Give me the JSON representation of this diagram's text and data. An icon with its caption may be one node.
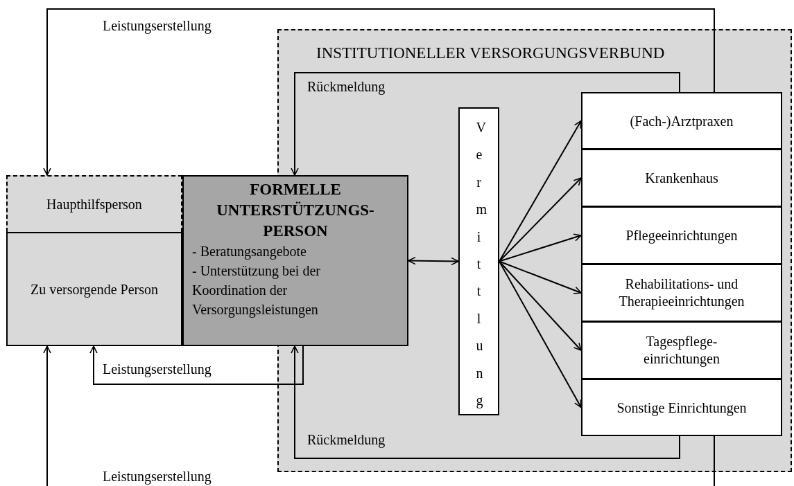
{
  "diagram": {
    "nodes": [
      {
        "text": [
          "INSTITUTIONELLER VERSORGUNGSVERBUND"
        ]
      },
      {
        "text": [
          "Haupthilfsperson"
        ]
      },
      {
        "text": [
          "Zu versorgende Person"
        ]
      },
      {
        "text": [
          "FORMELLE UNTERSTÜTZUNGS-PERSON",
          "- Beratungsangebote",
          "- Unterstützung bei der Koordination der Versorgungsleistungen"
        ]
      },
      {
        "text": [
          "Vermittlung"
        ],
        "in": 0
      },
      {
        "text": [
          "(Fach-)Arztpraxen"
        ],
        "in": 0
      },
      {
        "text": [
          "Krankenhaus"
        ],
        "in": 0
      },
      {
        "text": [
          "Pflegeeinrichtungen"
        ],
        "in": 0
      },
      {
        "text": [
          "Rehabilitations- und Therapieeinrichtungen"
        ],
        "in": 0
      },
      {
        "text": [
          "Tagespflege-einrichtungen"
        ],
        "in": 0
      },
      {
        "text": [
          "Sonstige Einrichtungen"
        ],
        "in": 0
      }
    ],
    "edges": [
      {
        "from": 5,
        "to": 1,
        "arrow": "to",
        "label": "Leistungserstellung"
      },
      {
        "from": 5,
        "to": 3,
        "arrow": "to",
        "label": "Rückmeldung"
      },
      {
        "from": 3,
        "to": 4,
        "arrow": "both"
      },
      {
        "from": 4,
        "to": 5,
        "arrow": "to"
      },
      {
        "from": 4,
        "to": 6,
        "arrow": "to"
      },
      {
        "from": 4,
        "to": 7,
        "arrow": "to"
      },
      {
        "from": 4,
        "to": 8,
        "arrow": "to"
      },
      {
        "from": 4,
        "to": 9,
        "arrow": "to"
      },
      {
        "from": 4,
        "to": 10,
        "arrow": "to"
      },
      {
        "from": 3,
        "to": 2,
        "arrow": "to",
        "label": "Leistungserstellung"
      },
      {
        "from": 10,
        "to": 3,
        "arrow": "to",
        "label": "Rückmeldung"
      },
      {
        "from": 10,
        "to": 2,
        "arrow": "to",
        "label": "Leistungserstellung"
      }
    ]
  }
}
